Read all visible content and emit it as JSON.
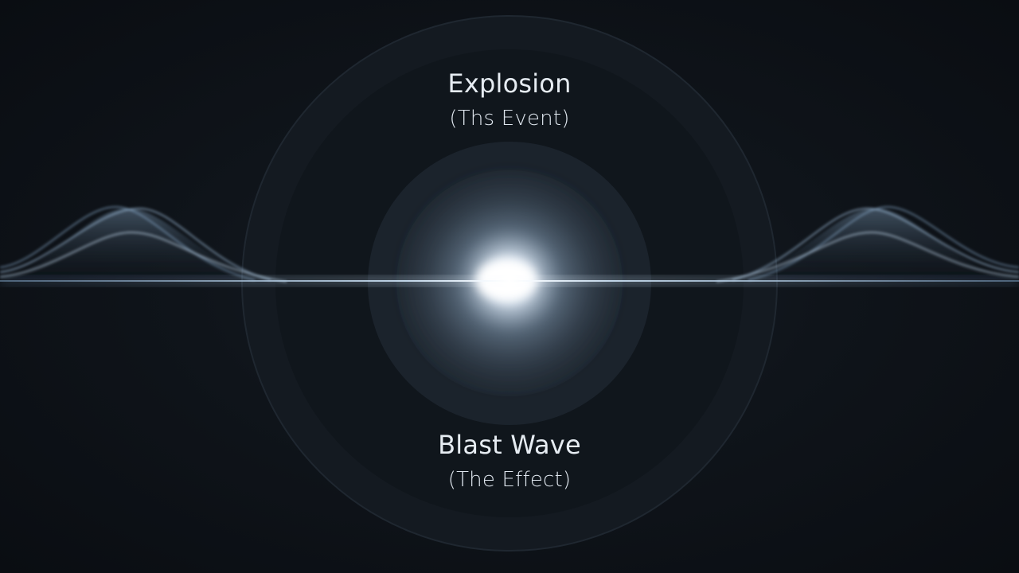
{
  "explosion": {
    "title": "Explosion",
    "subtitle": "(Ths Event)"
  },
  "blast_wave": {
    "title": "Blast Wave",
    "subtitle": "(The Effect)"
  },
  "colors": {
    "background": "#0b0f14",
    "ring": "#2a333d",
    "glow": "#ffffff",
    "wave": "#a9c8e6",
    "text": "#e6ecf2"
  }
}
